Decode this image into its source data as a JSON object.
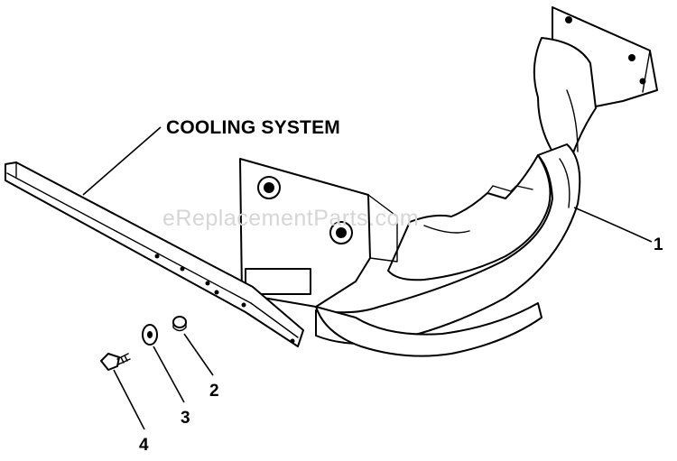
{
  "diagram": {
    "title": "COOLING SYSTEM",
    "watermark": "eReplacementParts.com",
    "callouts": [
      {
        "id": "1",
        "label": "1"
      },
      {
        "id": "2",
        "label": "2"
      },
      {
        "id": "3",
        "label": "3"
      },
      {
        "id": "4",
        "label": "4"
      }
    ]
  }
}
